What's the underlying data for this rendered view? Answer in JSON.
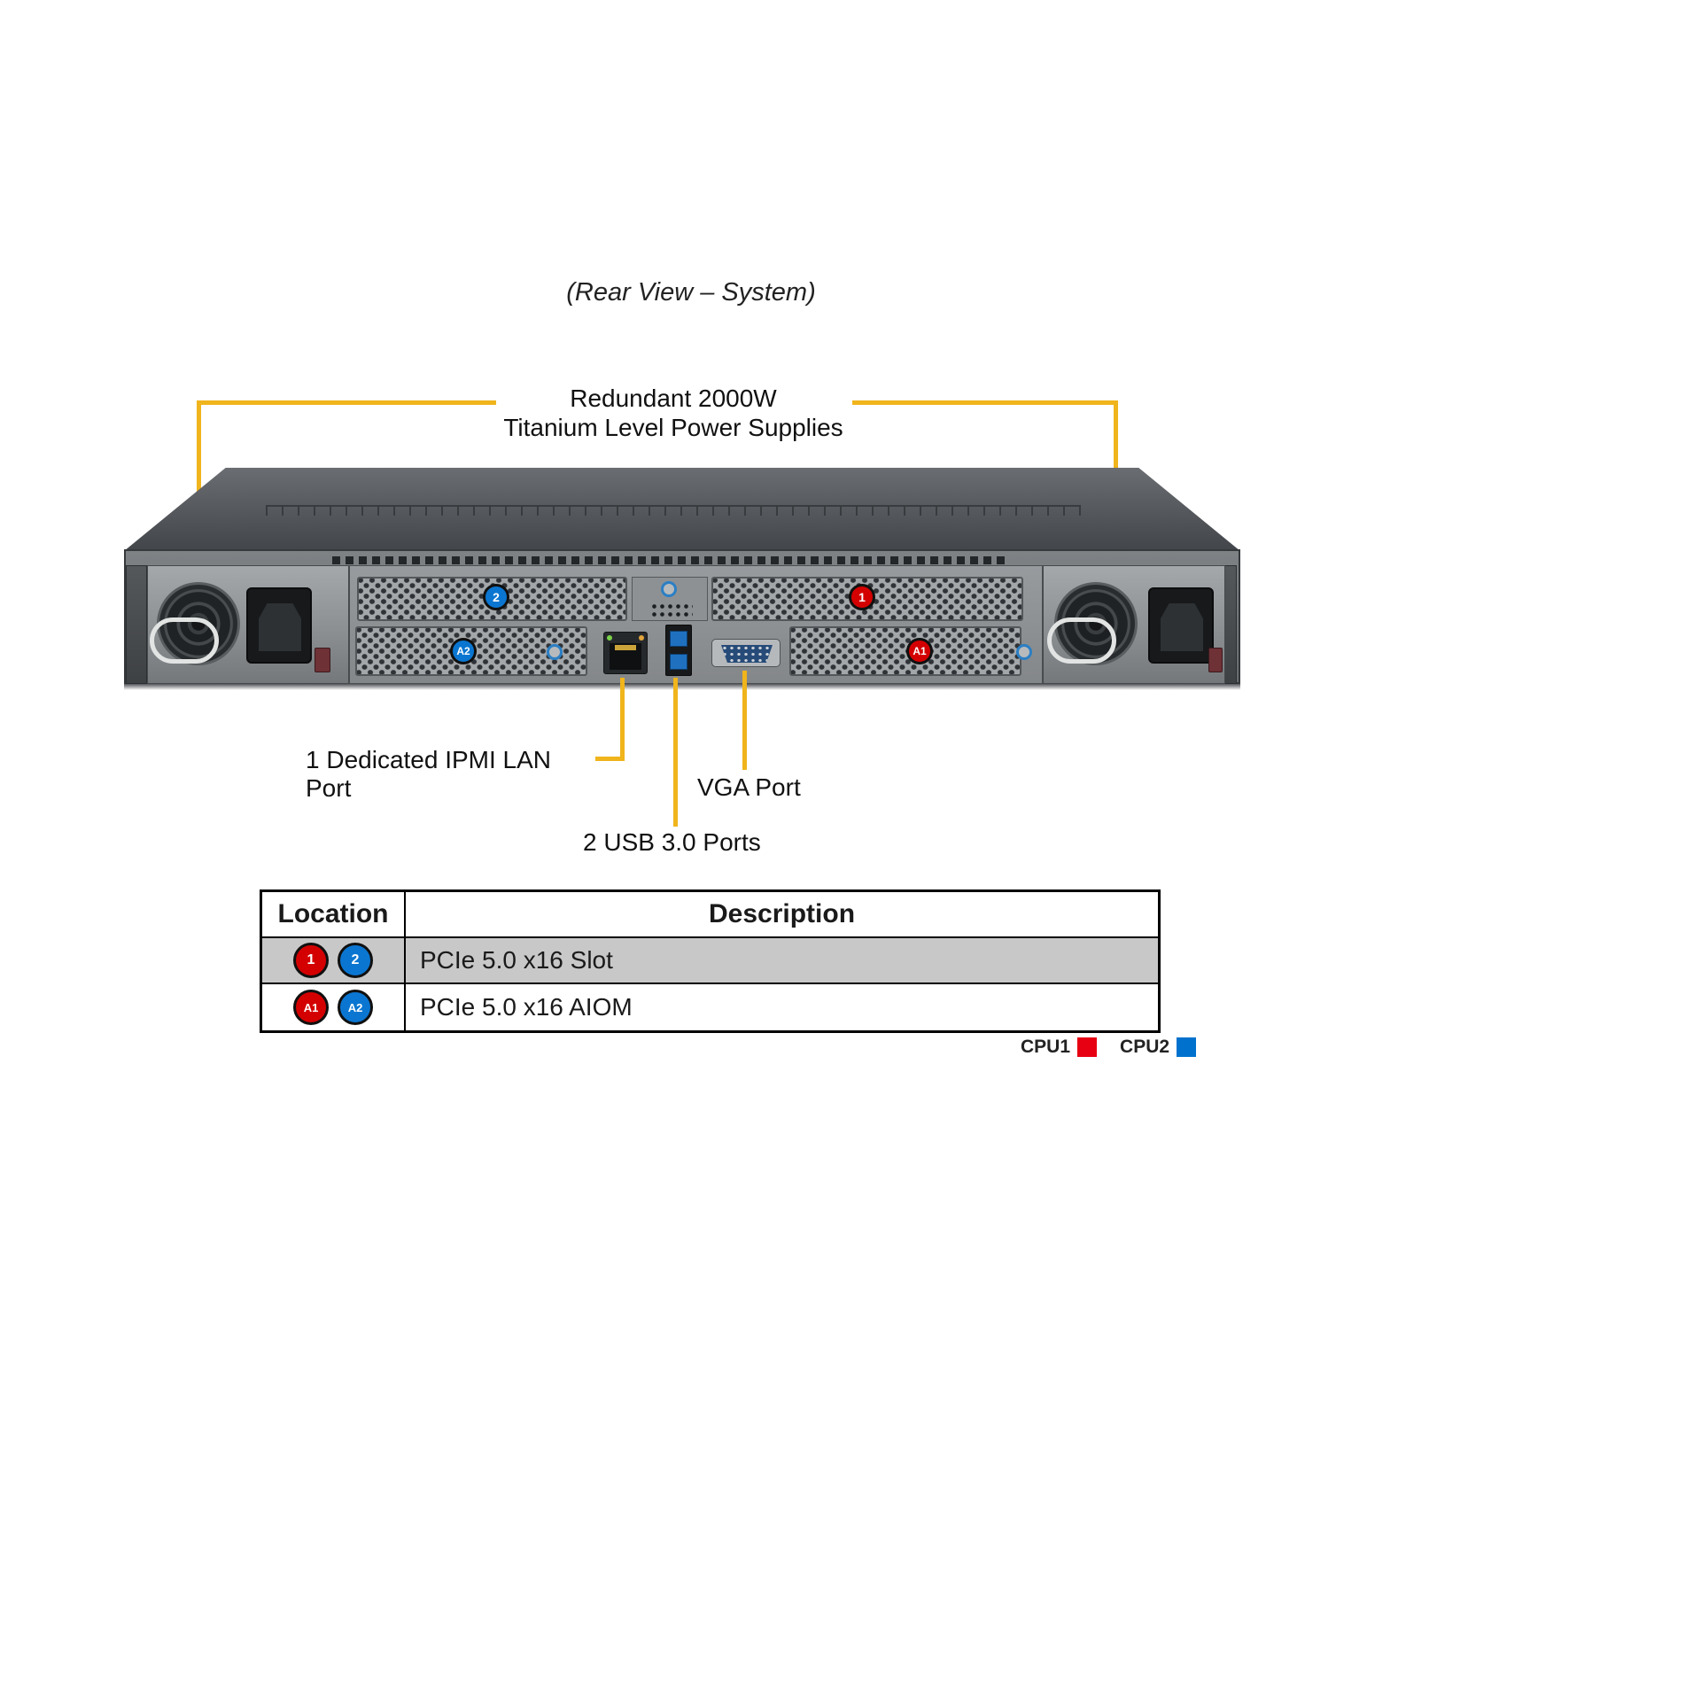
{
  "title": "(Rear View – System)",
  "psu_callout": {
    "line1": "Redundant 2000W",
    "line2": "Titanium Level Power Supplies"
  },
  "port_callouts": {
    "ipmi": "1 Dedicated IPMI LAN Port",
    "vga": "VGA Port",
    "usb": "2 USB 3.0 Ports"
  },
  "chassis_markers": {
    "slot1": "1",
    "slot2": "2",
    "aiom1": "A1",
    "aiom2": "A2"
  },
  "table": {
    "headers": {
      "location": "Location",
      "description": "Description"
    },
    "rows": [
      {
        "markers": [
          {
            "label": "1",
            "color": "#d40000"
          },
          {
            "label": "2",
            "color": "#0b76d1"
          }
        ],
        "description": "PCIe 5.0 x16 Slot"
      },
      {
        "markers": [
          {
            "label": "A1",
            "color": "#d40000"
          },
          {
            "label": "A2",
            "color": "#0b76d1"
          }
        ],
        "description": "PCIe 5.0 x16 AIOM"
      }
    ]
  },
  "legend": {
    "cpu1": {
      "label": "CPU1",
      "color": "#e60012"
    },
    "cpu2": {
      "label": "CPU2",
      "color": "#0072ce"
    }
  },
  "colors": {
    "callout_yellow": "#f0b41c",
    "marker_red": "#d40000",
    "marker_blue": "#0b76d1",
    "table_row_gray": "#c8c8c8"
  }
}
